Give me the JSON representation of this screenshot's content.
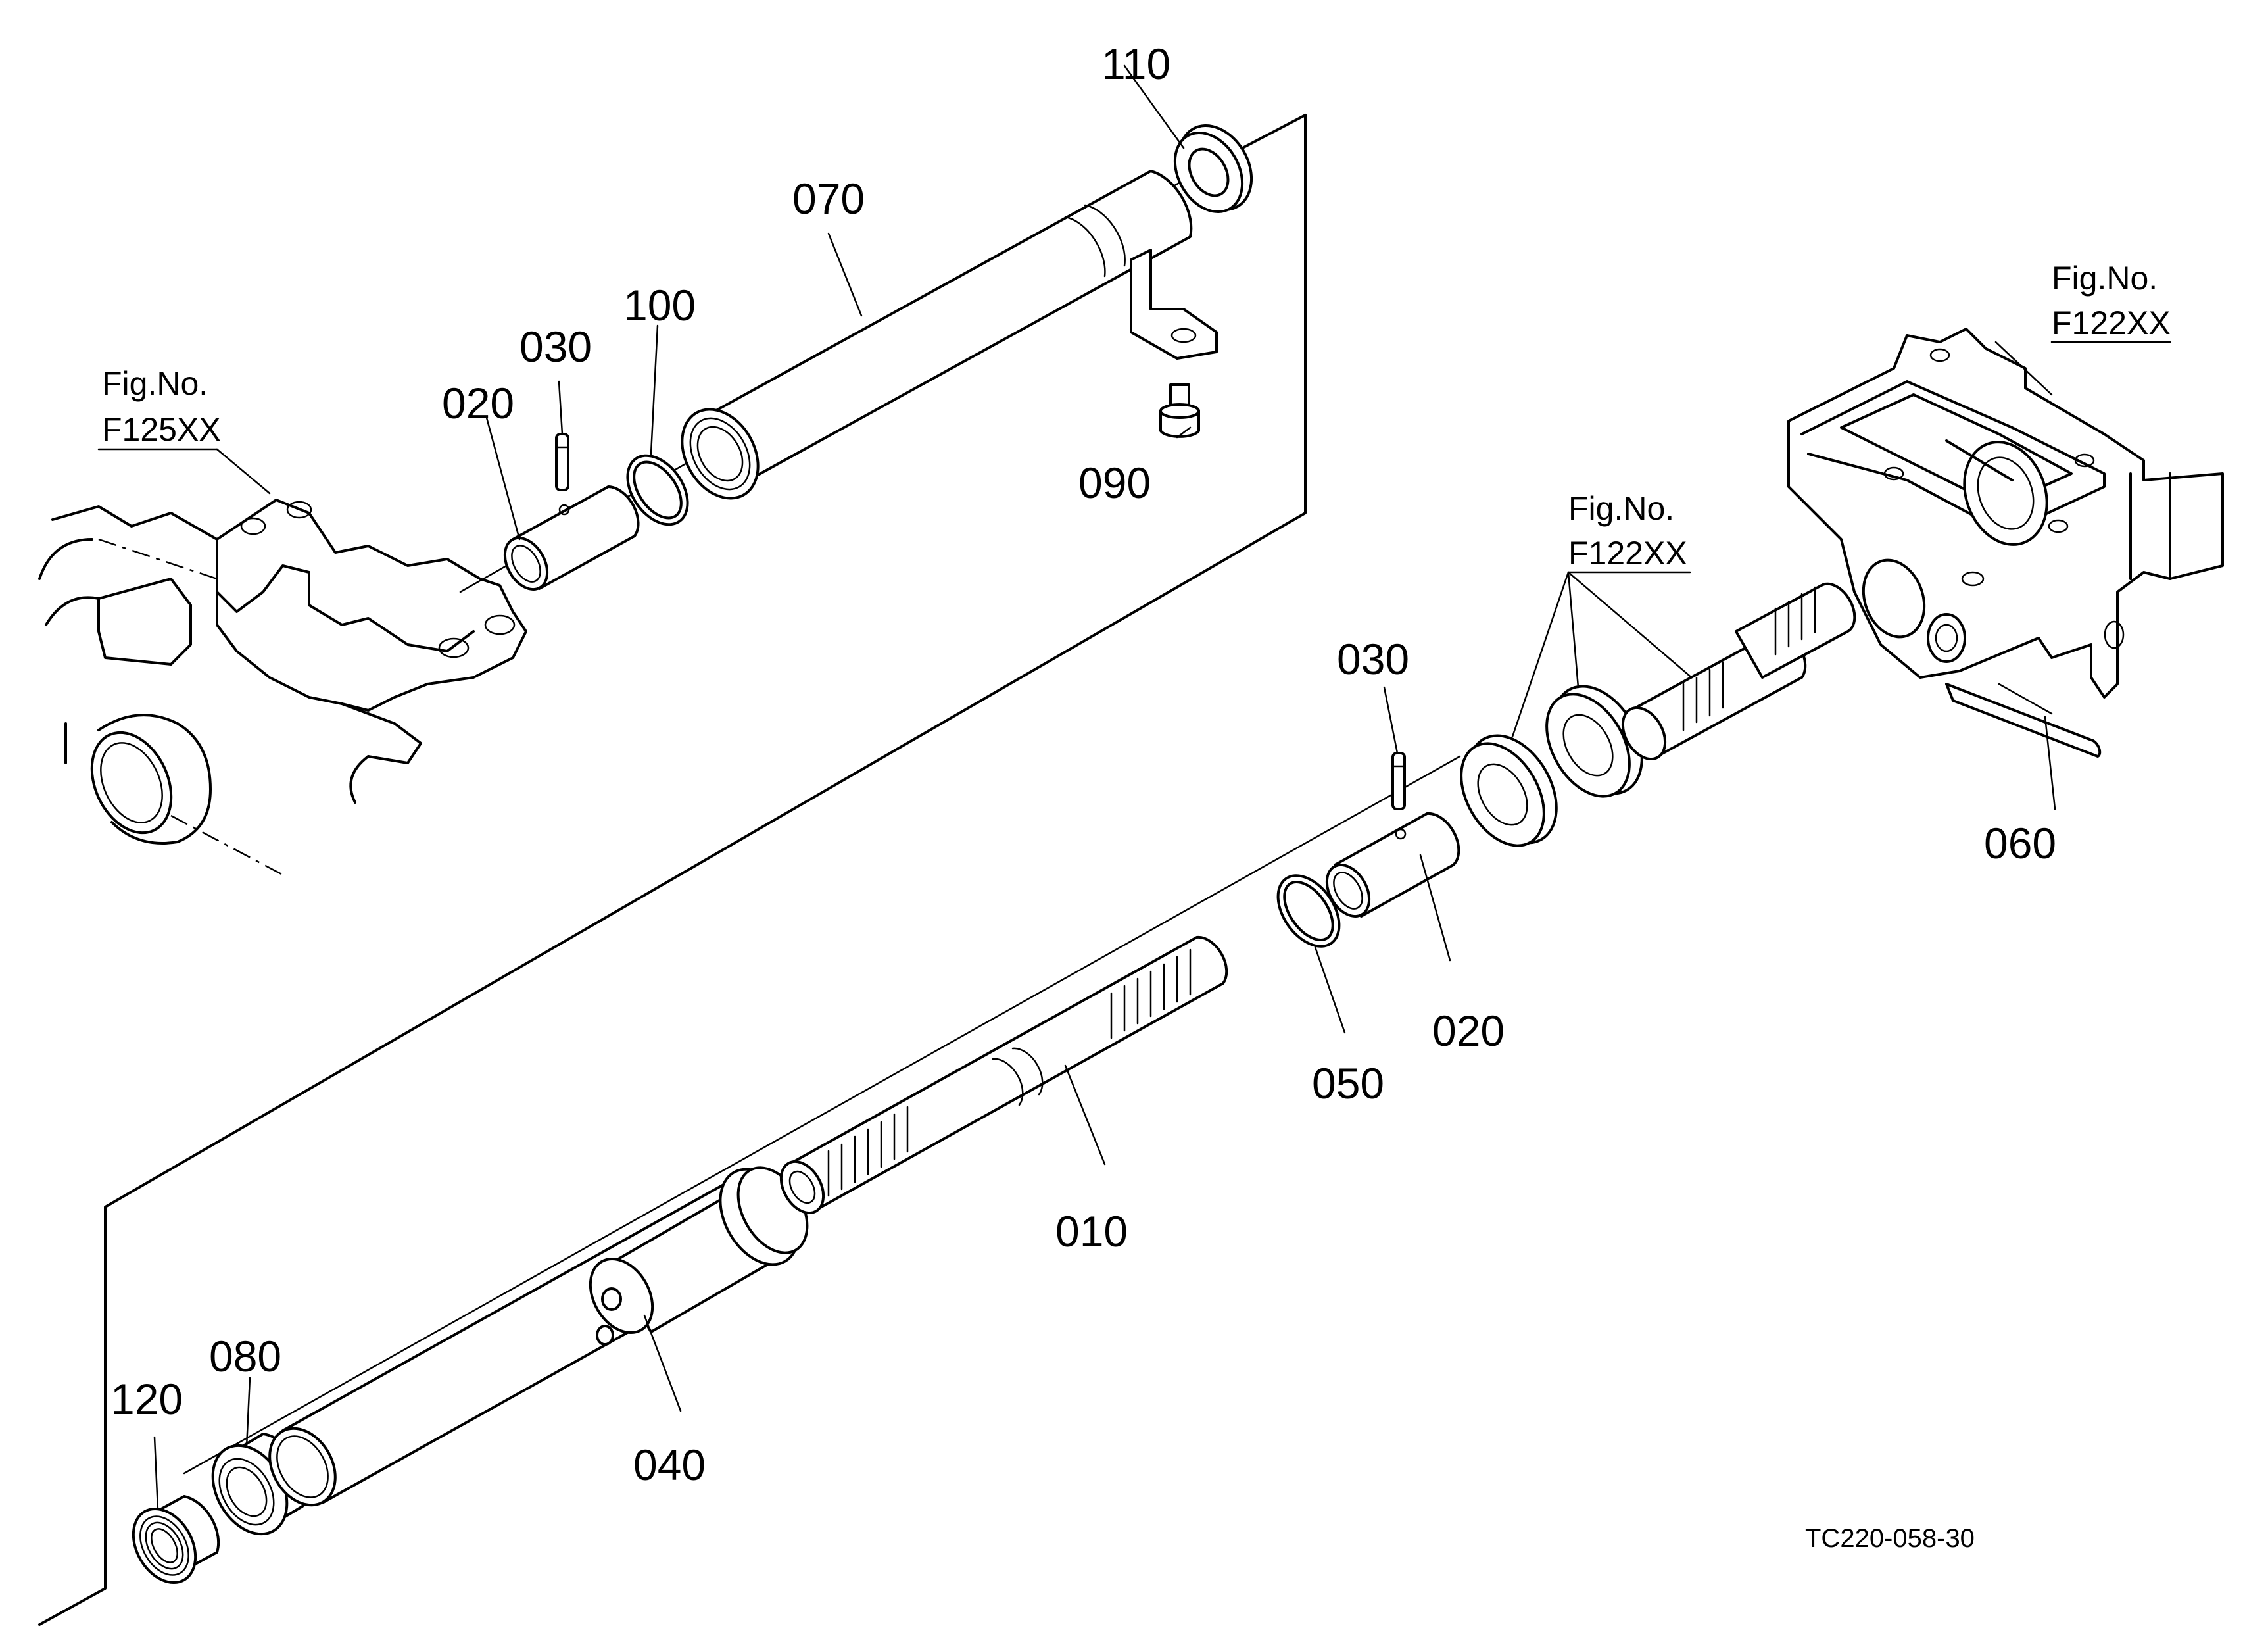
{
  "parts": {
    "p010": "010",
    "p020a": "020",
    "p020b": "020",
    "p030a": "030",
    "p030b": "030",
    "p040": "040",
    "p050": "050",
    "p060": "060",
    "p070": "070",
    "p080": "080",
    "p090": "090",
    "p100": "100",
    "p110": "110",
    "p120": "120"
  },
  "figrefs": {
    "left_title": "Fig.No.",
    "left_code": "F125XX",
    "mid_title": "Fig.No.",
    "mid_code": "F122XX",
    "right_title": "Fig.No.",
    "right_code": "F122XX"
  },
  "drawing_code": "TC220-058-30"
}
